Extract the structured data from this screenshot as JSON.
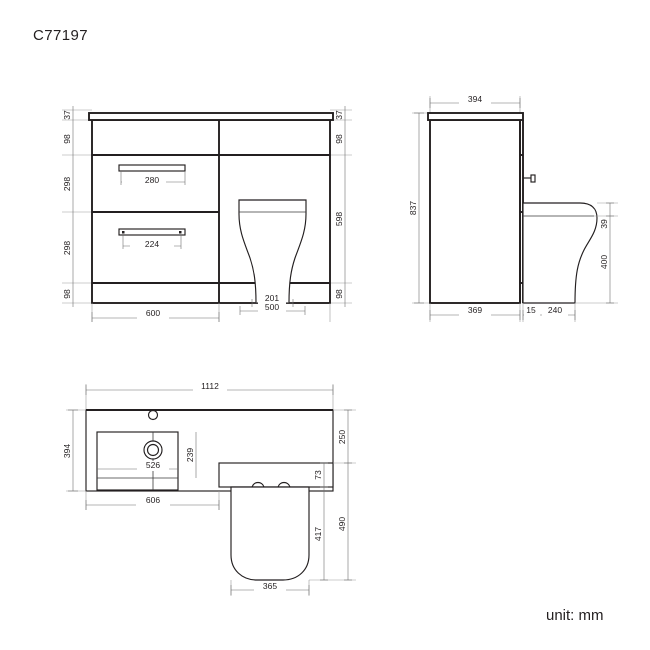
{
  "drawing": {
    "title": "C77197",
    "unit_note": "unit: mm",
    "unit": "mm"
  },
  "views": {
    "front_elevation": {
      "name": "front-elevation",
      "dimensions_left": [
        "37",
        "98",
        "298",
        "298",
        "98"
      ],
      "dimensions_right": [
        "37",
        "98",
        "598",
        "98"
      ],
      "dimensions_bottom": [
        "600",
        "201",
        "500"
      ],
      "handle_upper": "280",
      "handle_lower": "224",
      "labels": {
        "left_37": "37",
        "left_98_top": "98",
        "left_298_upper": "298",
        "left_298_lower": "298",
        "left_98_bottom": "98",
        "right_37": "37",
        "right_98_top": "98",
        "right_598": "598",
        "right_98_bottom": "98",
        "bottom_600": "600",
        "bottom_201": "201",
        "bottom_500": "500"
      }
    },
    "side_elevation": {
      "name": "side-elevation",
      "labels": {
        "top_394": "394",
        "left_837": "837",
        "right_39": "39",
        "right_400": "400",
        "bottom_369": "369",
        "bottom_15": "15",
        "bottom_240": "240"
      }
    },
    "plan": {
      "name": "plan-view",
      "labels": {
        "top_1112": "1112",
        "left_394": "394",
        "basin_526": "526",
        "basin_239": "239",
        "basin_606": "606",
        "right_250": "250",
        "toilet_73": "73",
        "toilet_417": "417",
        "right_490": "490",
        "toilet_365": "365"
      }
    }
  },
  "colors": {
    "line": "#231f20",
    "thin": "#8a8a8a",
    "paper": "#ffffff"
  }
}
